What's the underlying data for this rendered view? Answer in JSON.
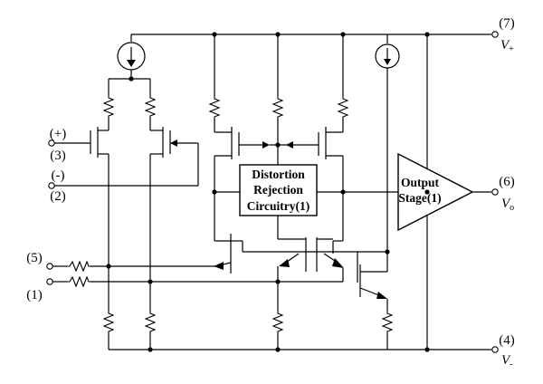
{
  "pins": {
    "pin7": "(7)",
    "pin6": "(6)",
    "pin4": "(4)",
    "pin3_polarity": "(+)",
    "pin3": "(3)",
    "pin2_polarity": "(-)",
    "pin2": "(2)",
    "pin5": "(5)",
    "pin1": "(1)"
  },
  "rails": {
    "vplus": {
      "main": "V",
      "sub": "+"
    },
    "vout": {
      "main": "V",
      "sub": "o"
    },
    "vminus": {
      "main": "V",
      "sub": "-"
    }
  },
  "blocks": {
    "distortion": [
      "Distortion",
      "Rejection",
      "Circuitry(1)"
    ],
    "output_stage": [
      "Output",
      "Stage(1)"
    ]
  }
}
